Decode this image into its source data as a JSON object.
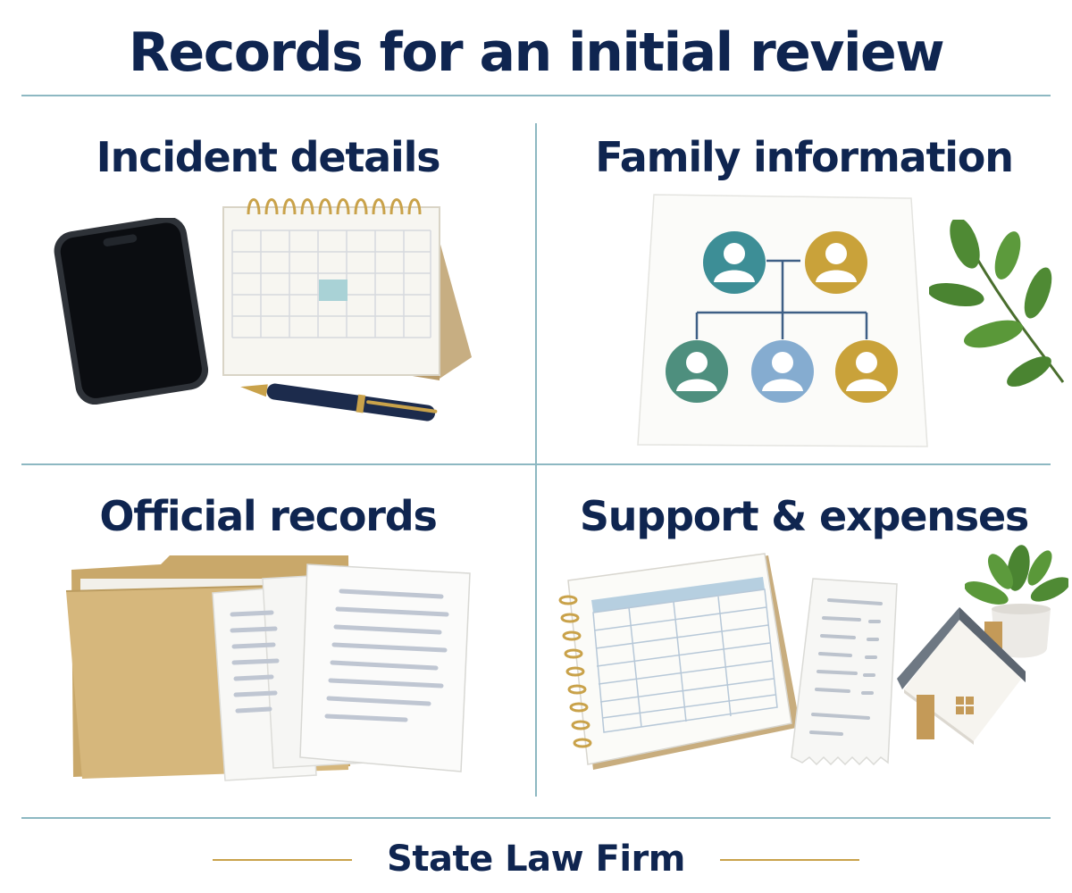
{
  "title": "Records for an initial review",
  "sections": [
    {
      "heading": "Incident details",
      "items": [
        "smartphone-icon",
        "desk-calendar-icon",
        "pen-icon"
      ]
    },
    {
      "heading": "Family information",
      "items": [
        "family-tree-icon",
        "plant-leaf-icon"
      ]
    },
    {
      "heading": "Official records",
      "items": [
        "folder-icon",
        "document-stack-icon"
      ]
    },
    {
      "heading": "Support & expenses",
      "items": [
        "ledger-notebook-icon",
        "receipt-icon",
        "house-icon",
        "potted-plant-icon"
      ]
    }
  ],
  "footer": "State Law Firm",
  "colors": {
    "navy": "#0f2550",
    "divider": "#8db8c2",
    "gold": "#c9a24a",
    "teal": "#3d8e96",
    "mustard": "#c9a23a",
    "green": "#4e8f7e",
    "sky": "#85acd0"
  }
}
